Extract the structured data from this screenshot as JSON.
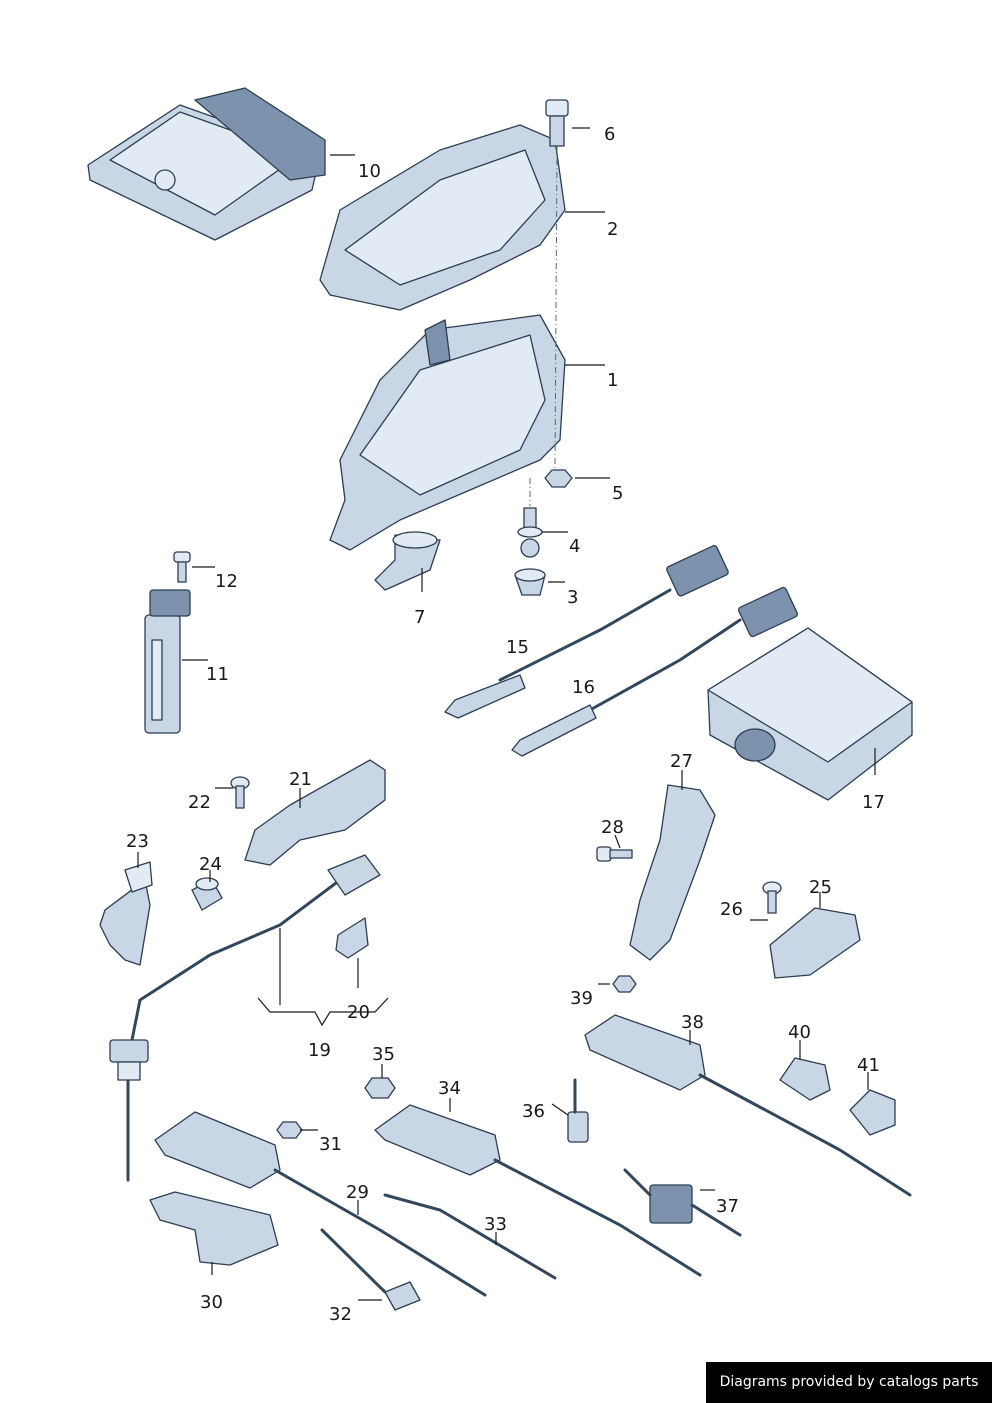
{
  "credit": "Diagrams provided by catalogs parts",
  "callouts": {
    "c1": "1",
    "c2": "2",
    "c3": "3",
    "c4": "4",
    "c5": "5",
    "c6": "6",
    "c7": "7",
    "c10": "10",
    "c11": "11",
    "c12": "12",
    "c15": "15",
    "c16": "16",
    "c17": "17",
    "c19": "19",
    "c20": "20",
    "c21": "21",
    "c22": "22",
    "c23": "23",
    "c24": "24",
    "c25": "25",
    "c26": "26",
    "c27": "27",
    "c28": "28",
    "c29": "29",
    "c30": "30",
    "c31": "31",
    "c32": "32",
    "c33": "33",
    "c34": "34",
    "c35": "35",
    "c36": "36",
    "c37": "37",
    "c38": "38",
    "c39": "39",
    "c40": "40",
    "c41": "41"
  },
  "colors": {
    "part_fill": "#c9d6e6",
    "part_stroke": "#2c3e50",
    "credit_bg": "#000000"
  }
}
